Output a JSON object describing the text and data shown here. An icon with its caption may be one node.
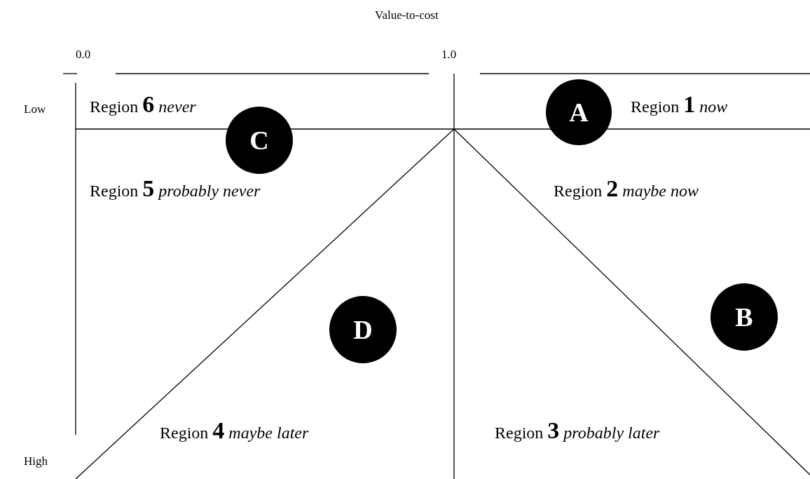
{
  "diagram": {
    "nodes": [
      {
        "text": [
          "A"
        ]
      },
      {
        "text": [
          "C"
        ]
      },
      {
        "text": [
          "B"
        ]
      },
      {
        "text": [
          "D"
        ]
      }
    ],
    "labels": [
      "Value-to-cost",
      "0.0",
      "1.0",
      "Low",
      "Region **6** *never*",
      "Region **1** *now*",
      "Region **5** *probably never*",
      "Region **2** *maybe now*",
      "Region **4** *maybe later*",
      "Region **3** *probably later*",
      "High"
    ]
  }
}
